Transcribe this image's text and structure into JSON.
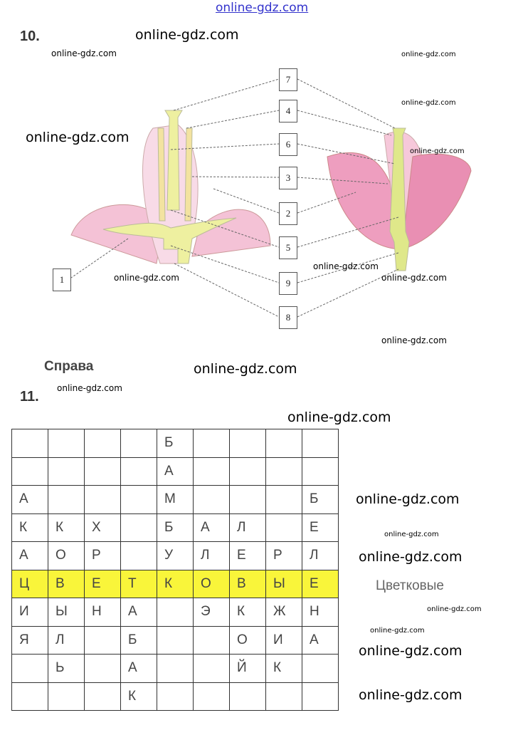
{
  "header_watermark": "online-gdz.com",
  "watermark": "online-gdz.com",
  "task10": {
    "number": "10.",
    "labels": [
      "1",
      "2",
      "3",
      "4",
      "5",
      "6",
      "7",
      "8",
      "9"
    ]
  },
  "right_caption": "Справа",
  "task11": {
    "number": "11.",
    "grid": [
      [
        "",
        "",
        "",
        "",
        "Б",
        "",
        "",
        "",
        ""
      ],
      [
        "",
        "",
        "",
        "",
        "А",
        "",
        "",
        "",
        ""
      ],
      [
        "А",
        "",
        "",
        "",
        "М",
        "",
        "",
        "",
        "Б"
      ],
      [
        "К",
        "К",
        "Х",
        "",
        "Б",
        "А",
        "Л",
        "",
        "Е"
      ],
      [
        "А",
        "О",
        "Р",
        "",
        "У",
        "Л",
        "Е",
        "Р",
        "Л"
      ],
      [
        "Ц",
        "В",
        "Е",
        "Т",
        "К",
        "О",
        "В",
        "Ы",
        "Е"
      ],
      [
        "И",
        "Ы",
        "Н",
        "А",
        "",
        "Э",
        "К",
        "Ж",
        "Н"
      ],
      [
        "Я",
        "Л",
        "",
        "Б",
        "",
        "",
        "О",
        "И",
        "А"
      ],
      [
        "",
        "Ь",
        "",
        "А",
        "",
        "",
        "Й",
        "К",
        ""
      ],
      [
        "",
        "",
        "",
        "К",
        "",
        "",
        "",
        "",
        ""
      ]
    ],
    "highlight_row": 5,
    "answer": "Цветковые"
  },
  "colors": {
    "highlight": "#f9f53a",
    "petal": "#f2b8cf",
    "pistil": "#eef0a0",
    "header_wm": "#3333cc"
  }
}
